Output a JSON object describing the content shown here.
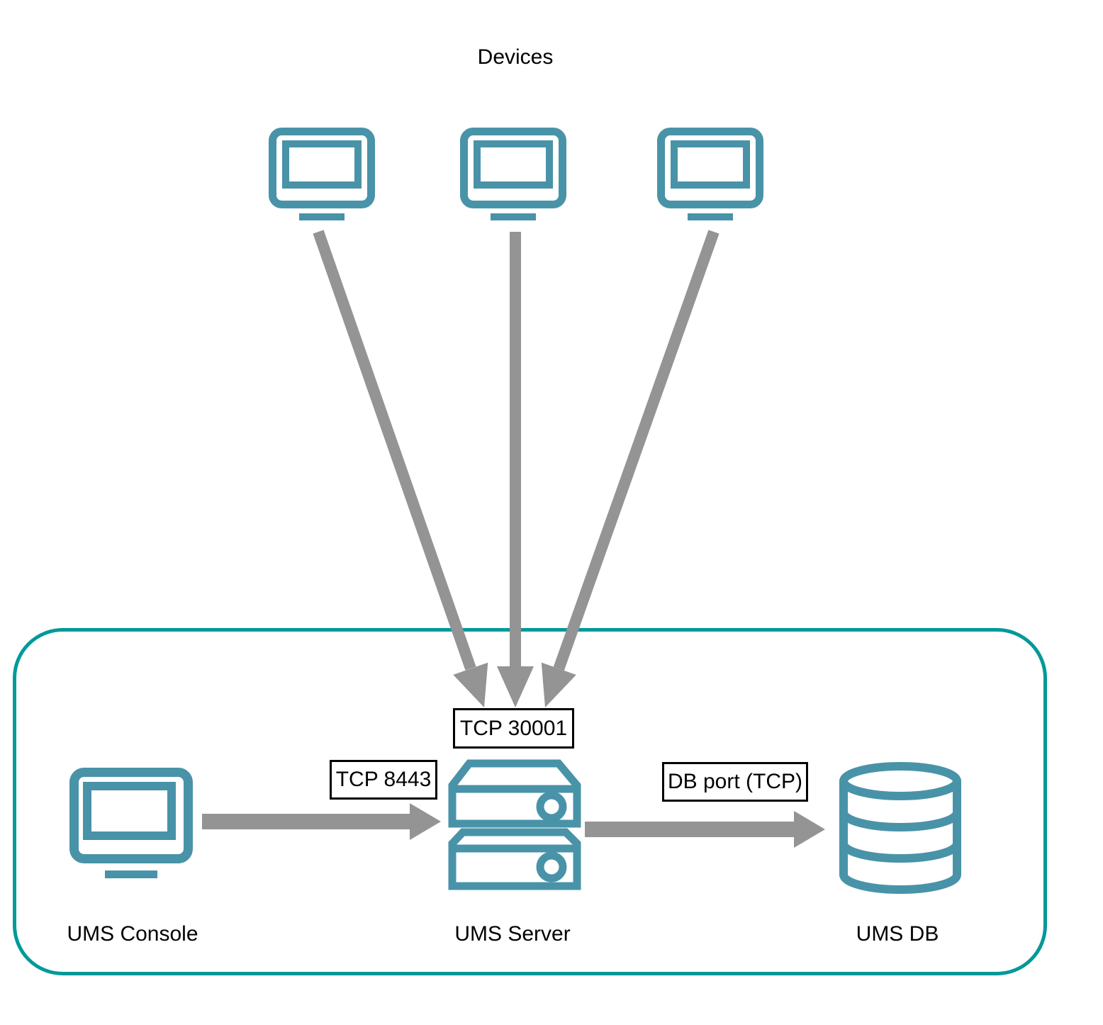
{
  "diagram": {
    "title_label": "Devices",
    "nodes": {
      "console": {
        "label": "UMS Console",
        "icon": "monitor-icon"
      },
      "server": {
        "label": "UMS Server",
        "icon": "server-stack-icon"
      },
      "db": {
        "label": "UMS DB",
        "icon": "database-cylinder-icon"
      },
      "devices": {
        "count": 3,
        "icon": "monitor-icon"
      }
    },
    "connections": {
      "devices_to_server": {
        "label": "TCP 30001",
        "direction": "devices -> UMS Server"
      },
      "console_to_server": {
        "label": "TCP 8443",
        "direction": "UMS Console -> UMS Server"
      },
      "server_to_db": {
        "label": "DB port (TCP)",
        "direction": "UMS Server -> UMS DB"
      }
    },
    "colors": {
      "icon_teal": "#4993A8",
      "boundary_teal": "#00999A",
      "arrow_gray": "#949494",
      "label_border": "#000000",
      "background": "#FFFFFF"
    }
  }
}
